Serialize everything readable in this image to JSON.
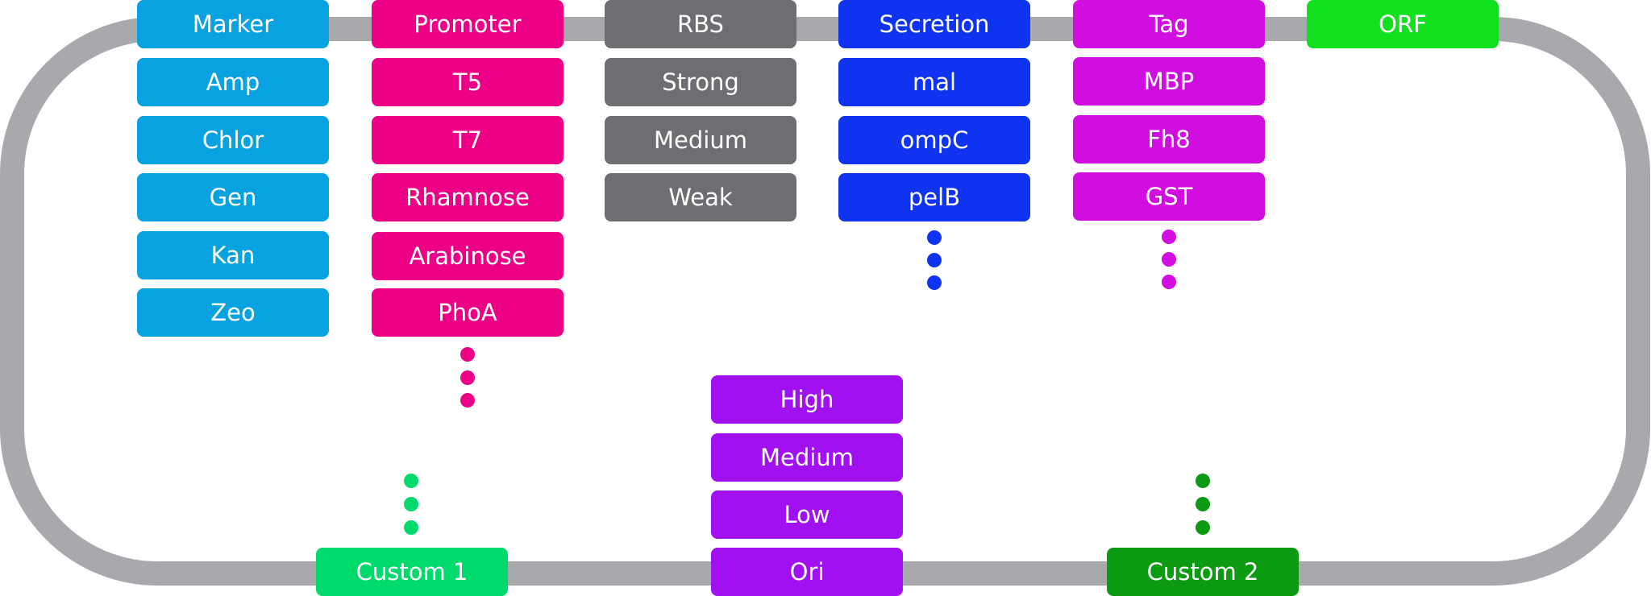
{
  "colors": {
    "ring": "#a7a9ac",
    "marker": "#08a2e0",
    "promoter": "#ec0085",
    "rbs": "#6d6e71",
    "secretion": "#0f33ee",
    "tag": "#d10ee0",
    "orf": "#10e01d",
    "ori": "#a010f0",
    "custom1": "#00d96b",
    "custom2": "#0c9a13"
  },
  "marker": {
    "header": "Marker",
    "items": [
      "Amp",
      "Chlor",
      "Gen",
      "Kan",
      "Zeo"
    ]
  },
  "promoter": {
    "header": "Promoter",
    "items": [
      "T5",
      "T7",
      "Rhamnose",
      "Arabinose",
      "PhoA"
    ]
  },
  "rbs": {
    "header": "RBS",
    "items": [
      "Strong",
      "Medium",
      "Weak"
    ]
  },
  "secretion": {
    "header": "Secretion",
    "items": [
      "mal",
      "ompC",
      "pelB"
    ]
  },
  "tag": {
    "header": "Tag",
    "items": [
      "MBP",
      "Fh8",
      "GST"
    ]
  },
  "orf": {
    "label": "ORF"
  },
  "ori": {
    "label": "Ori",
    "items": [
      "High",
      "Medium",
      "Low"
    ]
  },
  "custom1": {
    "label": "Custom 1"
  },
  "custom2": {
    "label": "Custom 2"
  }
}
